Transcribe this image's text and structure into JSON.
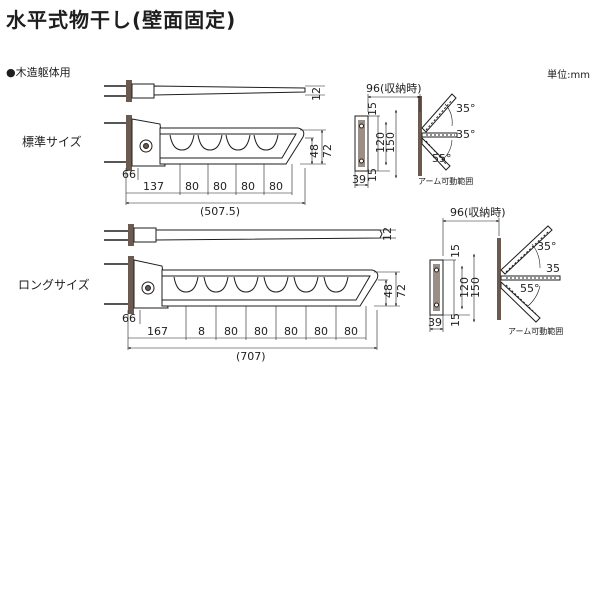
{
  "title": "水平式物干し(壁面固定)",
  "subtitle": "●木造躯体用",
  "unit": "単位:mm",
  "standard": {
    "label": "標準サイズ",
    "dims": {
      "d12": "12",
      "d48": "48",
      "d72": "72",
      "d66": "66",
      "d137": "137",
      "d80a": "80",
      "d80b": "80",
      "d80c": "80",
      "d80d": "80",
      "total": "(507.5)"
    },
    "side": {
      "d96": "96(収納時)",
      "d15a": "15",
      "d120": "120",
      "d150": "150",
      "d15b": "15",
      "d39": "39",
      "a35a": "35°",
      "a35b": "35°",
      "a55": "55°",
      "note": "アーム可動範囲"
    }
  },
  "long": {
    "label": "ロングサイズ",
    "dims": {
      "d12": "12",
      "d48": "48",
      "d72": "72",
      "d66": "66",
      "d167": "167",
      "d8": "8",
      "d80a": "80",
      "d80b": "80",
      "d80c": "80",
      "d80d": "80",
      "d80e": "80",
      "total": "(707)"
    },
    "side": {
      "d96": "96(収納時)",
      "d15a": "15",
      "d120": "120",
      "d150": "150",
      "d15b": "15",
      "d39": "39",
      "a35a": "35°",
      "a35b": "35",
      "a55": "55°",
      "note": "アーム可動範囲"
    }
  }
}
